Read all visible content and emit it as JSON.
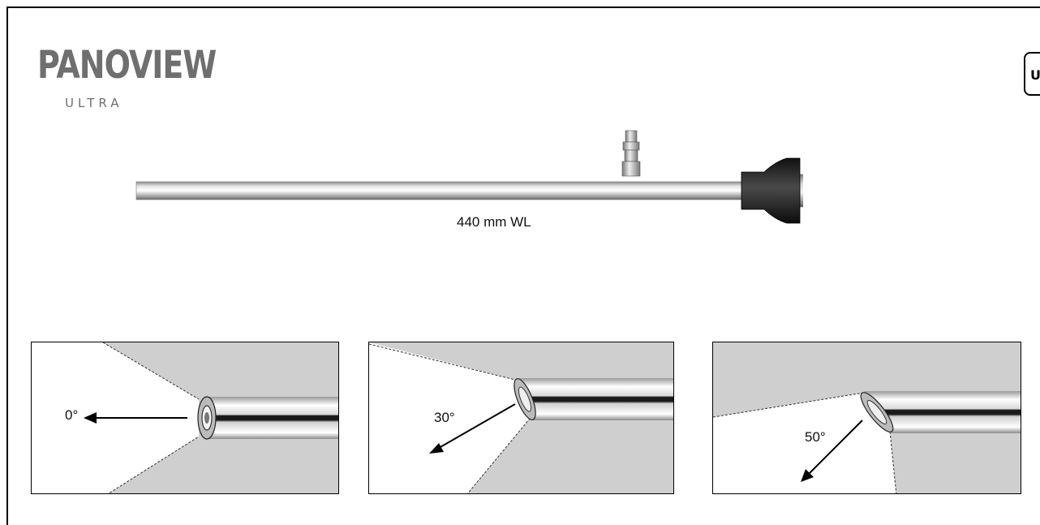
{
  "logo": {
    "main": "PANOVIEW",
    "sub": "ULTRA"
  },
  "badge": {
    "text": "U"
  },
  "scope": {
    "working_length_label": "440 mm WL",
    "colors": {
      "shaft": "#b9b9b9",
      "eyepiece": "#1e1e1e",
      "field_gray": "#cfcfcf"
    }
  },
  "views": [
    {
      "angle_label": "0°"
    },
    {
      "angle_label": "30°"
    },
    {
      "angle_label": "50°"
    }
  ]
}
